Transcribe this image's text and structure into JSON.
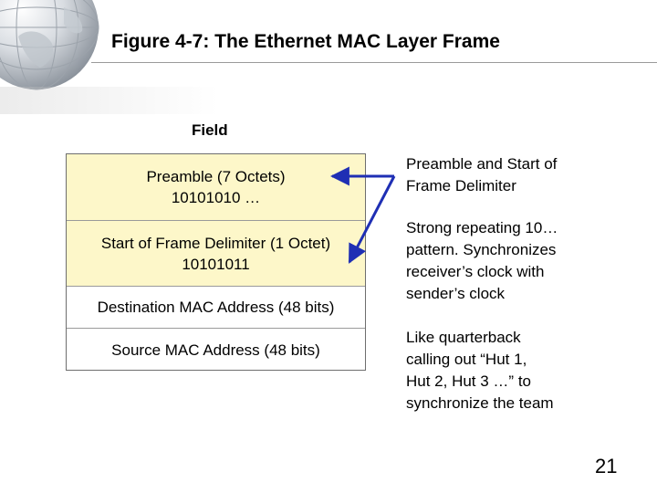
{
  "slide": {
    "title": "Figure 4-7: The Ethernet MAC Layer Frame",
    "field_heading": "Field",
    "page_number": "21"
  },
  "frame_fields": [
    {
      "line1": "Preamble (7 Octets)",
      "line2": "10101010 …",
      "highlighted": true
    },
    {
      "line1": "Start of Frame Delimiter (1 Octet)",
      "line2": "10101011",
      "highlighted": true
    },
    {
      "line1": "Destination MAC Address (48 bits)",
      "line2": "",
      "highlighted": false
    },
    {
      "line1": "Source MAC Address (48 bits)",
      "line2": "",
      "highlighted": false
    }
  ],
  "notes": [
    {
      "lines": [
        "Preamble and Start of",
        "Frame Delimiter"
      ]
    },
    {
      "lines": [
        "Strong repeating 10…",
        "pattern. Synchronizes",
        "receiver’s clock with",
        "sender’s clock"
      ]
    },
    {
      "lines": [
        "Like quarterback",
        "calling out “Hut 1,",
        "Hut 2, Hut 3 …” to",
        "synchronize the team"
      ]
    }
  ],
  "colors": {
    "highlight_fill": "#fdf7c9",
    "arrow": "#1f2fb4",
    "border": "#6e6e6e"
  }
}
